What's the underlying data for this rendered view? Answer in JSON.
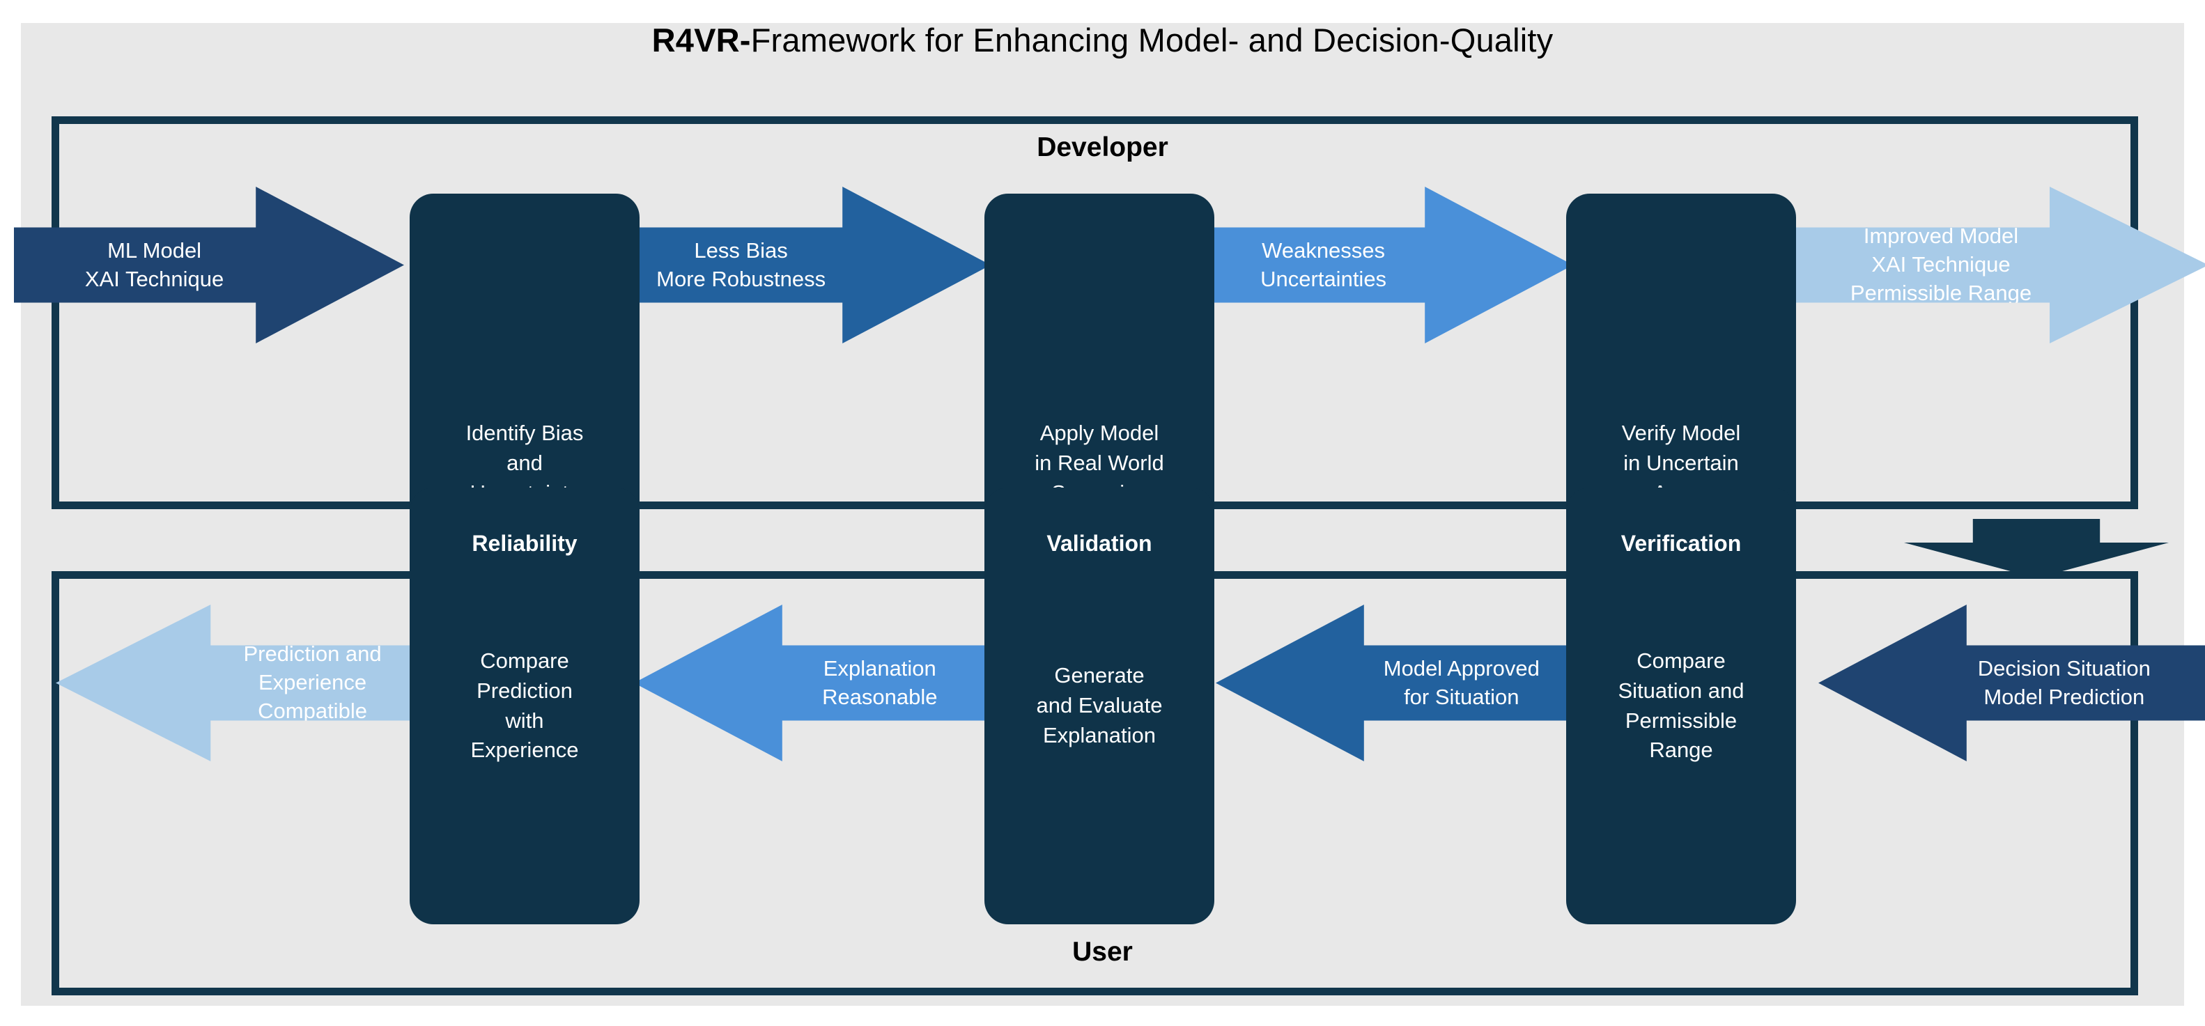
{
  "title": {
    "strong": "R4VR-",
    "rest": "Framework for Enhancing Model- and Decision-Quality"
  },
  "colors": {
    "background": "#e8e8e8",
    "frame": "#11364c",
    "stage_box": "#0f3349",
    "arrow_darkest": "#1f4471",
    "arrow_dark": "#22619e",
    "arrow_medium": "#4a90d9",
    "arrow_light": "#a8cbe8",
    "text_light": "#ffffff",
    "text_dark": "#000000"
  },
  "roles": {
    "developer": "Developer",
    "user": "User"
  },
  "quality_labels": [
    {
      "name": "reliability",
      "text": "Reliability"
    },
    {
      "name": "validation",
      "text": "Validation"
    },
    {
      "name": "verification",
      "text": "Verification"
    }
  ],
  "developer_row": {
    "arrows": [
      {
        "name": "ml-model-xai-technique",
        "text": "ML Model\nXAI Technique",
        "color": "#1f4471",
        "direction": "right"
      },
      {
        "name": "less-bias-more-robustness",
        "text": "Less Bias\nMore Robustness",
        "color": "#22619e",
        "direction": "right"
      },
      {
        "name": "weaknesses-uncertainties",
        "text": "Weaknesses\nUncertainties",
        "color": "#4a90d9",
        "direction": "right"
      },
      {
        "name": "improved-model-permissible-range",
        "text": "Improved Model\nXAI Technique\nPermissible Range",
        "color": "#a8cbe8",
        "direction": "right"
      }
    ],
    "boxes": [
      {
        "name": "identify-bias-and-uncertainty",
        "text": "Identify Bias\nand\nUncertainty"
      },
      {
        "name": "apply-model-in-real-world-scenarios",
        "text": "Apply Model\nin Real World\nScenarios"
      },
      {
        "name": "verify-model-in-uncertain-areas",
        "text": "Verify Model\nin Uncertain\nAreas"
      }
    ]
  },
  "user_row": {
    "arrows": [
      {
        "name": "decision-situation-model-prediction",
        "text": "Decision Situation\nModel Prediction",
        "color": "#1f4471",
        "direction": "left"
      },
      {
        "name": "model-approved-for-situation",
        "text": "Model Approved\nfor Situation",
        "color": "#22619e",
        "direction": "left"
      },
      {
        "name": "explanation-reasonable",
        "text": "Explanation\nReasonable",
        "color": "#4a90d9",
        "direction": "left"
      },
      {
        "name": "prediction-and-experience-compatible",
        "text": "Prediction and\nExperience\nCompatible",
        "color": "#a8cbe8",
        "direction": "left"
      }
    ],
    "boxes": [
      {
        "name": "compare-situation-and-permissible-range",
        "text": "Compare\nSituation and\nPermissible\nRange"
      },
      {
        "name": "generate-and-evaluate-explanation",
        "text": "Generate\nand Evaluate\nExplanation"
      },
      {
        "name": "compare-prediction-with-experience",
        "text": "Compare\nPrediction\nwith\nExperience"
      }
    ]
  },
  "connector": {
    "name": "developer-to-user-down-arrow",
    "color": "#11364c"
  }
}
